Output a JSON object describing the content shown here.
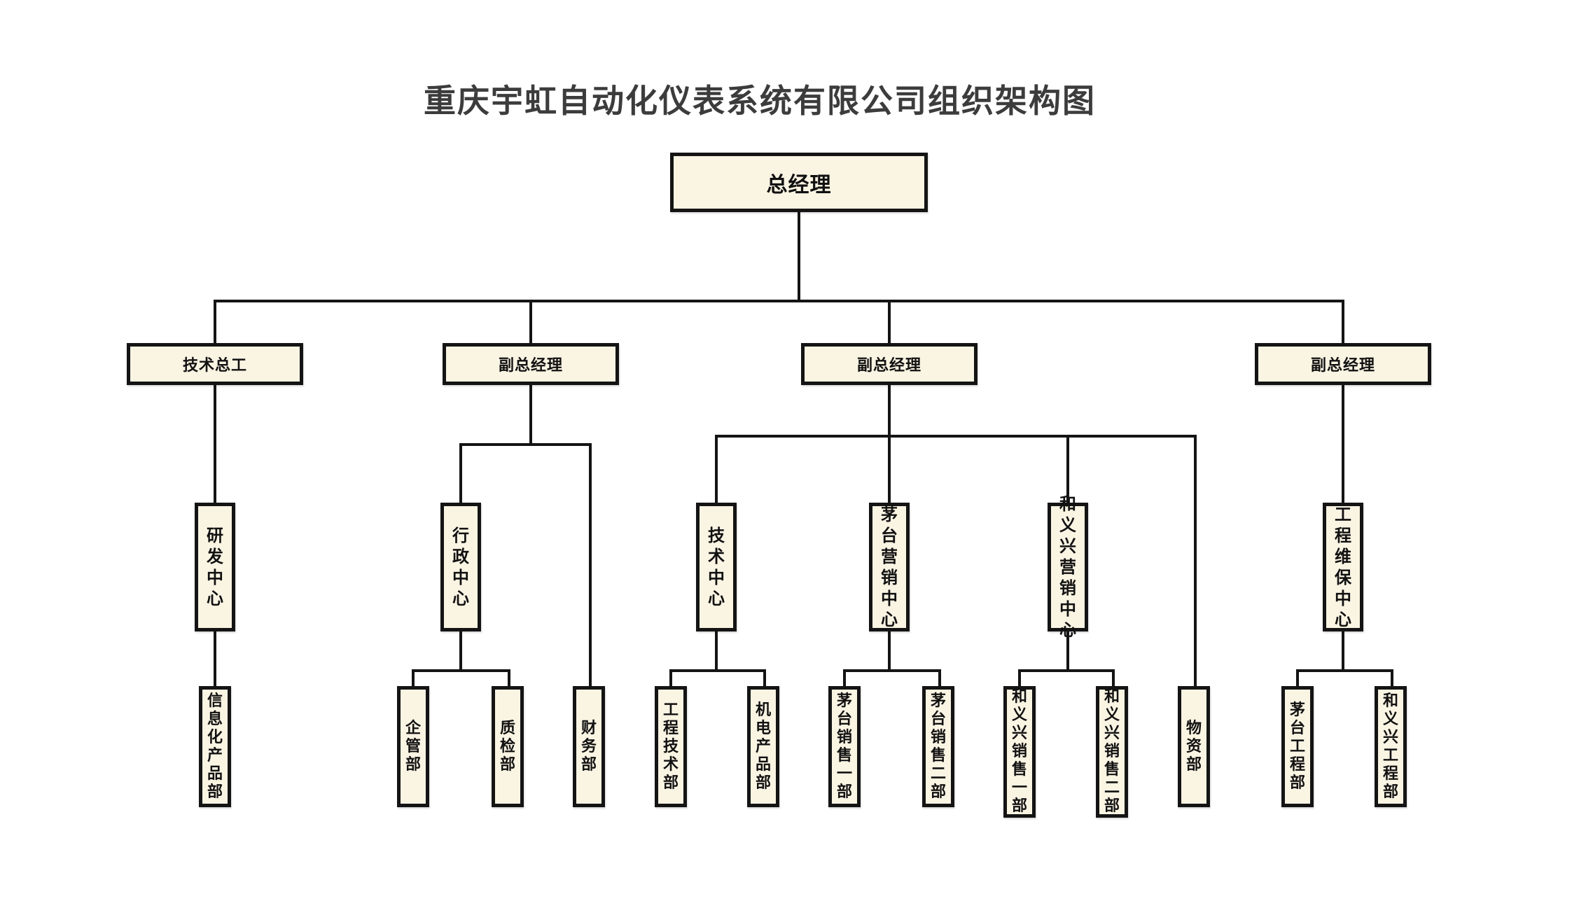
{
  "title": "重庆宇虹自动化仪表系统有限公司组织架构图",
  "nodes": {
    "general_manager": {
      "label": "总经理"
    },
    "chief_engineer": {
      "label": "技术总工"
    },
    "deputy_gm_1": {
      "label": "副总经理"
    },
    "deputy_gm_2": {
      "label": "副总经理"
    },
    "deputy_gm_3": {
      "label": "副总经理"
    },
    "rnd_center": {
      "label": "研发中心"
    },
    "admin_center": {
      "label": "行政中心"
    },
    "tech_center": {
      "label": "技术中心"
    },
    "maotai_marketing_center": {
      "label": "茅台营销中心"
    },
    "heyixing_marketing_center": {
      "label": "和义兴营销中心"
    },
    "maintenance_center": {
      "label": "工程维保中心"
    },
    "info_product_dept": {
      "label": "信息化产品部"
    },
    "enterprise_mgmt_dept": {
      "label": "企管部"
    },
    "quality_dept": {
      "label": "质检部"
    },
    "finance_dept": {
      "label": "财务部"
    },
    "engineering_tech_dept": {
      "label": "工程技术部"
    },
    "electromech_product_dept": {
      "label": "机电产品部"
    },
    "maotai_sales_dept_1": {
      "label": "茅台销售一部"
    },
    "maotai_sales_dept_2": {
      "label": "茅台销售二部"
    },
    "heyixing_sales_dept_1": {
      "label": "和义兴销售一部"
    },
    "heyixing_sales_dept_2": {
      "label": "和义兴销售二部"
    },
    "materials_dept": {
      "label": "物资部"
    },
    "maotai_engineering_dept": {
      "label": "茅台工程部"
    },
    "heyixing_engineering_dept": {
      "label": "和义兴工程部"
    }
  },
  "colors": {
    "box_fill": "#FAF4E3",
    "box_border": "#141414",
    "line": "#141414",
    "title_text": "#3C3C3C"
  }
}
